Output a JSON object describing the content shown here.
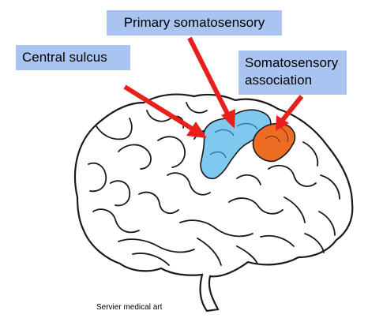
{
  "labels": {
    "primary": "Primary somatosensory",
    "central": "Central sulcus",
    "assoc_line1": "Somatosensory",
    "assoc_line2": "association"
  },
  "credit": "Servier medical art",
  "colors": {
    "label_box": "#a9c4f0",
    "primary_region": "#7fc9ef",
    "association_region": "#ee6b22",
    "arrow": "#e8201c",
    "outline": "#1a1a1a"
  }
}
